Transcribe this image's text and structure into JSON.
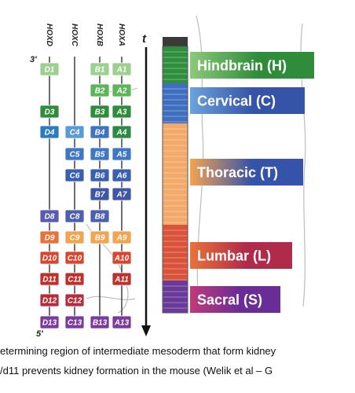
{
  "columns": [
    {
      "id": "HOXD",
      "label": "HOXD"
    },
    {
      "id": "HOXC",
      "label": "HOXC"
    },
    {
      "id": "HOXB",
      "label": "HOXB"
    },
    {
      "id": "HOXA",
      "label": "HOXA"
    }
  ],
  "time_label": "t",
  "end_3": "3'",
  "end_5": "5'",
  "genes": [
    {
      "col": "HOXD",
      "row": 1,
      "label": "D1",
      "color": "#9dcf8f"
    },
    {
      "col": "HOXB",
      "row": 1,
      "label": "B1",
      "color": "#9dcf8f"
    },
    {
      "col": "HOXA",
      "row": 1,
      "label": "A1",
      "color": "#9dcf8f"
    },
    {
      "col": "HOXB",
      "row": 2,
      "label": "B2",
      "color": "#5db55a"
    },
    {
      "col": "HOXA",
      "row": 2,
      "label": "A2",
      "color": "#5db55a"
    },
    {
      "col": "HOXD",
      "row": 3,
      "label": "D3",
      "color": "#2e8c3a"
    },
    {
      "col": "HOXB",
      "row": 3,
      "label": "B3",
      "color": "#2e8c3a"
    },
    {
      "col": "HOXA",
      "row": 3,
      "label": "A3",
      "color": "#2e8c3a"
    },
    {
      "col": "HOXD",
      "row": 4,
      "label": "D4",
      "color": "#2b7bc0"
    },
    {
      "col": "HOXC",
      "row": 4,
      "label": "C4",
      "color": "#5b9bd5"
    },
    {
      "col": "HOXB",
      "row": 4,
      "label": "B4",
      "color": "#3c74c2"
    },
    {
      "col": "HOXA",
      "row": 4,
      "label": "A4",
      "color": "#2d8a45"
    },
    {
      "col": "HOXC",
      "row": 5,
      "label": "C5",
      "color": "#3e78c4"
    },
    {
      "col": "HOXB",
      "row": 5,
      "label": "B5",
      "color": "#3e78c4"
    },
    {
      "col": "HOXA",
      "row": 5,
      "label": "A5",
      "color": "#3e78c4"
    },
    {
      "col": "HOXC",
      "row": 6,
      "label": "C6",
      "color": "#3a5fb0"
    },
    {
      "col": "HOXB",
      "row": 6,
      "label": "B6",
      "color": "#3a5fb0"
    },
    {
      "col": "HOXA",
      "row": 6,
      "label": "A6",
      "color": "#3a5fb0"
    },
    {
      "col": "HOXB",
      "row": 7,
      "label": "B7",
      "color": "#3d56a8"
    },
    {
      "col": "HOXA",
      "row": 7,
      "label": "A7",
      "color": "#3d56a8"
    },
    {
      "col": "HOXD",
      "row": 8,
      "label": "D8",
      "color": "#5a5ab0"
    },
    {
      "col": "HOXC",
      "row": 8,
      "label": "C8",
      "color": "#4d5fb0"
    },
    {
      "col": "HOXB",
      "row": 8,
      "label": "B8",
      "color": "#4d5fb0"
    },
    {
      "col": "HOXD",
      "row": 9,
      "label": "D9",
      "color": "#e8733a"
    },
    {
      "col": "HOXC",
      "row": 9,
      "label": "C9",
      "color": "#f2a550"
    },
    {
      "col": "HOXB",
      "row": 9,
      "label": "B9",
      "color": "#f2a550"
    },
    {
      "col": "HOXA",
      "row": 9,
      "label": "A9",
      "color": "#f2a550"
    },
    {
      "col": "HOXD",
      "row": 10,
      "label": "D10",
      "color": "#d9452f"
    },
    {
      "col": "HOXC",
      "row": 10,
      "label": "C10",
      "color": "#d9452f"
    },
    {
      "col": "HOXA",
      "row": 10,
      "label": "A10",
      "color": "#d9452f"
    },
    {
      "col": "HOXD",
      "row": 11,
      "label": "D11",
      "color": "#c0302a"
    },
    {
      "col": "HOXC",
      "row": 11,
      "label": "C11",
      "color": "#c0302a"
    },
    {
      "col": "HOXA",
      "row": 11,
      "label": "A11",
      "color": "#c0302a"
    },
    {
      "col": "HOXD",
      "row": 12,
      "label": "D12",
      "color": "#b52e3e"
    },
    {
      "col": "HOXC",
      "row": 12,
      "label": "C12",
      "color": "#b52e3e"
    },
    {
      "col": "HOXD",
      "row": 13,
      "label": "D13",
      "color": "#7b3a9e"
    },
    {
      "col": "HOXC",
      "row": 13,
      "label": "C13",
      "color": "#7b3a9e"
    },
    {
      "col": "HOXB",
      "row": 13,
      "label": "B13",
      "color": "#7b3a9e"
    },
    {
      "col": "HOXA",
      "row": 13,
      "label": "A13",
      "color": "#7b3a9e"
    }
  ],
  "regions": [
    {
      "label": "Hindbrain (H)",
      "color_from": "#8cc97a",
      "color_to": "#2e8c3a"
    },
    {
      "label": "Cervical (C)",
      "color_from": "#6ba3dc",
      "color_to": "#3553a8"
    },
    {
      "label": "Thoracic (T)",
      "color_from": "#f4a352",
      "color_to": "#3553a8"
    },
    {
      "label": "Lumbar (L)",
      "color_from": "#e8733a",
      "color_to": "#b02a4a"
    },
    {
      "label": "Sacral (S)",
      "color_from": "#c03a7a",
      "color_to": "#6a2c96"
    }
  ],
  "column_segments": [
    {
      "color": "#2f8f3f"
    },
    {
      "color": "#3f6fc0"
    },
    {
      "color": "#f2a96a"
    },
    {
      "color": "#d9533a"
    },
    {
      "color": "#6a3a9a"
    }
  ],
  "caption": {
    "line1": "etermining region of intermediate mesoderm that form kidney",
    "line2": "/d11 prevents kidney formation in the mouse (Welik et al – G"
  }
}
